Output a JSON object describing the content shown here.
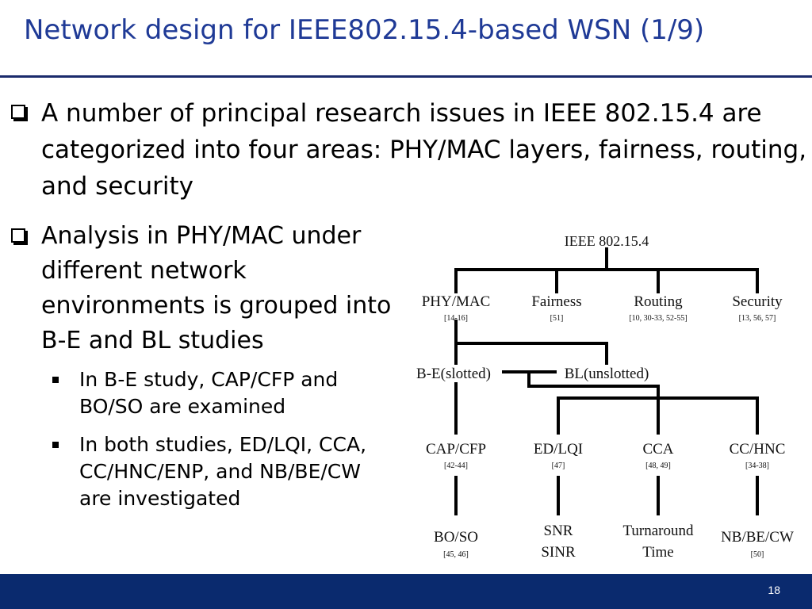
{
  "slide": {
    "title": "Network design for IEEE802.15.4-based WSN (1/9)",
    "page_number": "18"
  },
  "bullets": [
    {
      "text": "A number of principal research issues in IEEE 802.15.4 are categorized into four areas: PHY/MAC layers, fairness, routing, and security"
    },
    {
      "text": "Analysis in PHY/MAC under different network environments is grouped into B-E and BL studies",
      "subs": [
        "In B-E study, CAP/CFP and BO/SO are examined",
        "In both studies, ED/LQI, CCA, CC/HNC/ENP, and NB/BE/CW are investigated"
      ]
    }
  ],
  "diagram": {
    "root": "IEEE 802.15.4",
    "areas": [
      {
        "label": "PHY/MAC",
        "ref": "[14-16]"
      },
      {
        "label": "Fairness",
        "ref": "[51]"
      },
      {
        "label": "Routing",
        "ref": "[10, 30-33, 52-55]"
      },
      {
        "label": "Security",
        "ref": "[13, 56, 57]"
      }
    ],
    "studies": [
      {
        "label": "B-E(slotted)"
      },
      {
        "label": "BL(unslotted)"
      }
    ],
    "params": [
      {
        "label": "CAP/CFP",
        "ref": "[42-44]"
      },
      {
        "label": "ED/LQI",
        "ref": "[47]"
      },
      {
        "label": "CCA",
        "ref": "[48, 49]"
      },
      {
        "label": "CC/HNC",
        "ref": "[34-38]"
      }
    ],
    "leaves": [
      {
        "line1": "BO/SO",
        "line2": "",
        "ref": "[45, 46]"
      },
      {
        "line1": "SNR",
        "line2": "SINR",
        "ref": ""
      },
      {
        "line1": "Turnaround",
        "line2": "Time",
        "ref": ""
      },
      {
        "line1": "NB/BE/CW",
        "line2": "",
        "ref": "[50]"
      }
    ]
  }
}
